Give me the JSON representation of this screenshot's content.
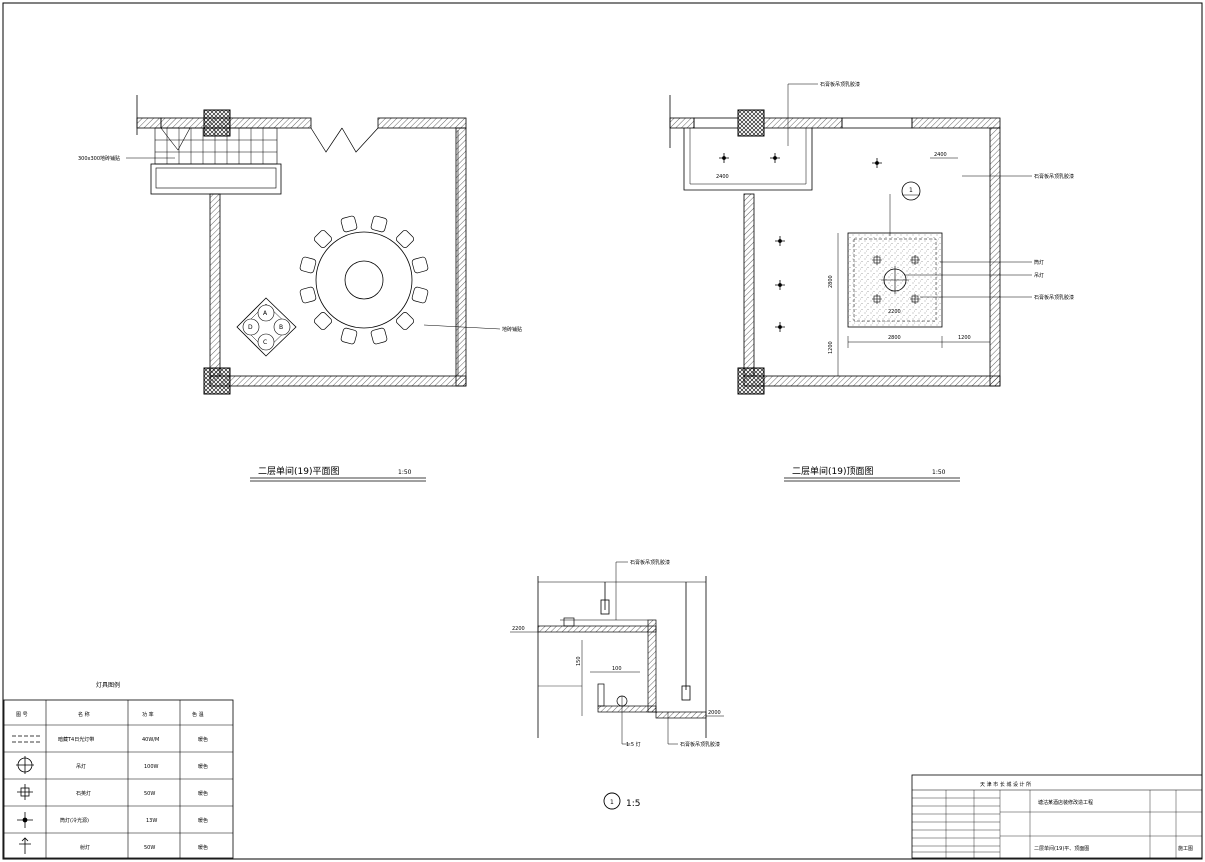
{
  "plan": {
    "caption": "二层单间(19)平面图",
    "scale": "1:50",
    "label_tile": "300x300地砖铺贴",
    "label_floor": "地砖铺贴",
    "table_marks": [
      "A",
      "B",
      "C",
      "D"
    ]
  },
  "ceiling": {
    "caption": "二层单间(19)顶面图",
    "scale": "1:50",
    "label_top": "石膏板吊顶乳胶漆",
    "label_right": "石膏板吊顶乳胶漆",
    "label_lamp1": "筒灯",
    "label_lamp2": "吊灯",
    "label_panel": "石膏板吊顶乳胶漆",
    "dim_2400_a": "2400",
    "dim_2400_b": "2400",
    "dim_2200": "2200",
    "dim_2800_h": "2800",
    "dim_2800_v": "2800",
    "dim_1200": "1200",
    "dim_1200_v": "1200",
    "section_mark": "1"
  },
  "detail": {
    "mark": "1",
    "scale": "1:5",
    "label_top": "石膏板吊顶乳胶漆",
    "label_left": "1:5 灯",
    "label_right": "石膏板吊顶乳胶漆",
    "dim_left": "2200",
    "dim_right": "2000",
    "dim_mid": "100",
    "dim_v": "150"
  },
  "legend": {
    "title": "灯具图例",
    "headers": [
      "图 号",
      "名 称",
      "功 率",
      "色 温"
    ],
    "rows": [
      {
        "icon": "fluorescent-strip-icon",
        "name": "暗藏T4日光灯带",
        "power": "40W/M",
        "temp": "暖色"
      },
      {
        "icon": "pendant-lamp-icon",
        "name": "吊灯",
        "power": "100W",
        "temp": "暖色"
      },
      {
        "icon": "grille-lamp-icon",
        "name": "石英灯",
        "power": "50W",
        "temp": "暖色"
      },
      {
        "icon": "recessed-downlight-icon",
        "name": "筒灯(冷光源)",
        "power": "13W",
        "temp": "暖色"
      },
      {
        "icon": "spot-lamp-icon",
        "name": "射灯",
        "power": "50W",
        "temp": "暖色"
      }
    ]
  },
  "title_block": {
    "institute": "天 津 市 长 城 设 计 所",
    "project": "塘沽某酒店装修改造工程",
    "drawing": "二层单间(19)平、顶面图",
    "stamp": "施工图"
  }
}
